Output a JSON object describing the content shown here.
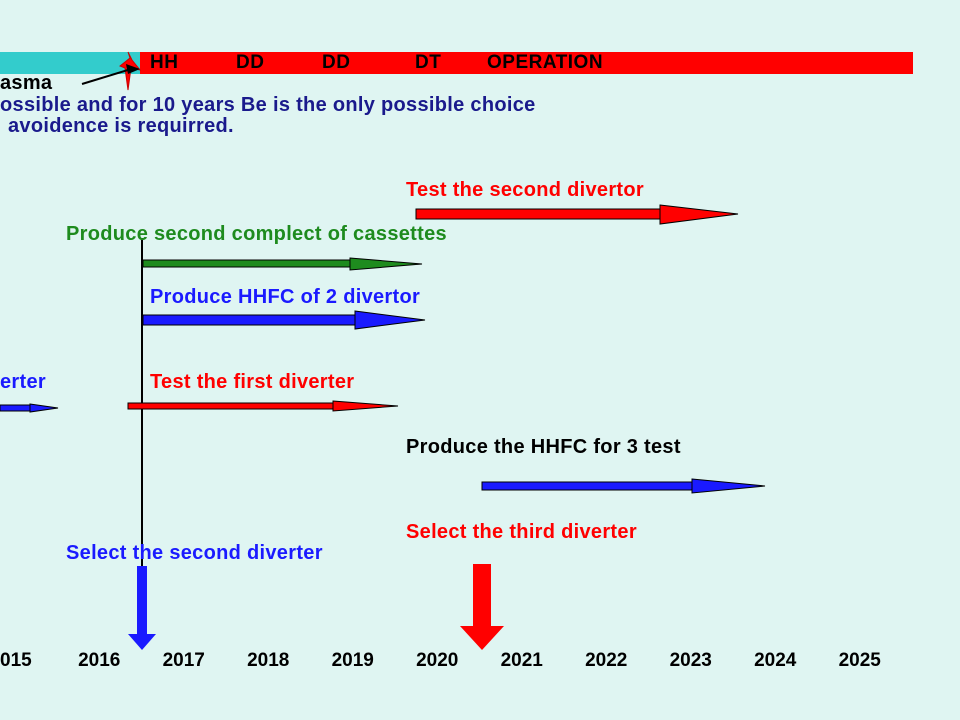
{
  "colors": {
    "background": "#dff5f2",
    "red": "#ff0000",
    "green": "#1e8b1e",
    "blue": "#1a1aff",
    "navy": "#1a1a8c",
    "cyan": "#33cccc",
    "black": "#000000"
  },
  "top_bar": {
    "left_label": "asma",
    "phases": [
      "HH",
      "DD",
      "DD",
      "DT",
      "OPERATION"
    ]
  },
  "intro": {
    "line1": "ossible and for 10 years Be is the only possible choice",
    "line2": "avoidence is requirred."
  },
  "tasks": {
    "test_second": "Test the second divertor",
    "produce_cassettes": "Produce second complect of cassettes",
    "produce_hhfc2": "Produce HHFC of 2 divertor",
    "select_first_partial": "erter",
    "test_first": "Test the first diverter",
    "produce_hhfc3": "Produce the HHFC for 3 test",
    "select_third": "Select the third diverter",
    "select_second": "Select the second diverter"
  },
  "timeline": {
    "years": [
      "015",
      "2016",
      "2017",
      "2018",
      "2019",
      "2020",
      "2021",
      "2022",
      "2023",
      "2024",
      "2025"
    ]
  }
}
